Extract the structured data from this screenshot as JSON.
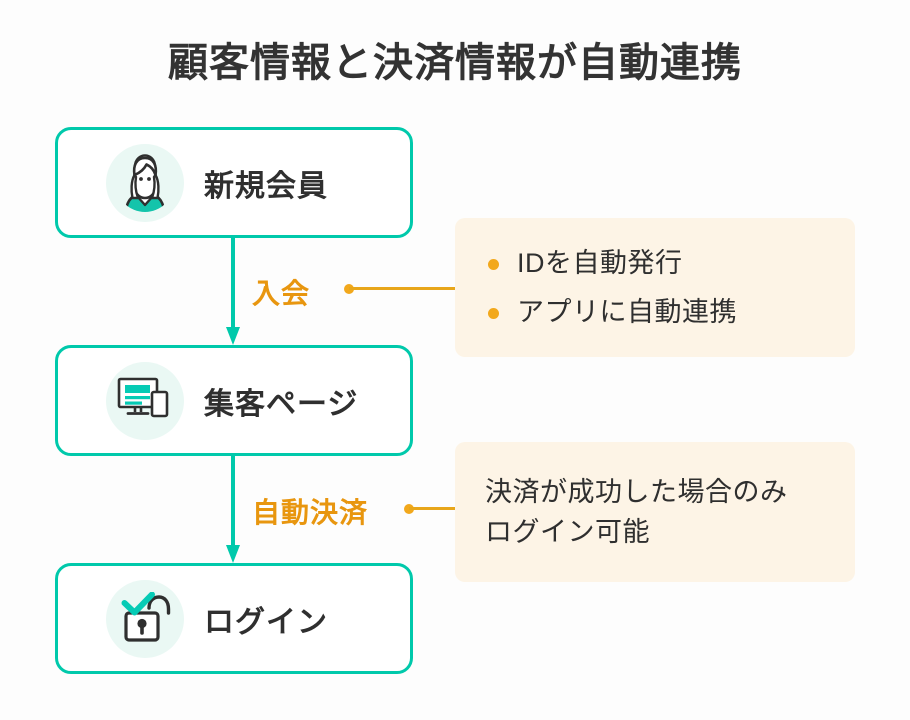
{
  "page": {
    "title": "顧客情報と決済情報が自動連携",
    "background_color": "#fdfdfd"
  },
  "theme": {
    "accent_teal": "#00c9ab",
    "accent_orange": "#e8960f",
    "connector_orange": "#f2a81c",
    "note_background": "#fdf4e6",
    "icon_circle": "#eaf8f4",
    "text_dark": "#2f2f2f"
  },
  "flow": {
    "steps": [
      {
        "label": "新規会員",
        "icon": "member-avatar-icon"
      },
      {
        "label": "集客ページ",
        "icon": "landing-page-device-icon"
      },
      {
        "label": "ログイン",
        "icon": "unlocked-padlock-check-icon"
      }
    ],
    "transitions": [
      {
        "caption": "入会"
      },
      {
        "caption": "自動決済"
      }
    ]
  },
  "notes": [
    {
      "style": "bulleted",
      "items": [
        "IDを自動発行",
        "アプリに自動連携"
      ]
    },
    {
      "style": "plain",
      "items": [
        "決済が成功した場合のみ",
        "ログイン可能"
      ]
    }
  ]
}
